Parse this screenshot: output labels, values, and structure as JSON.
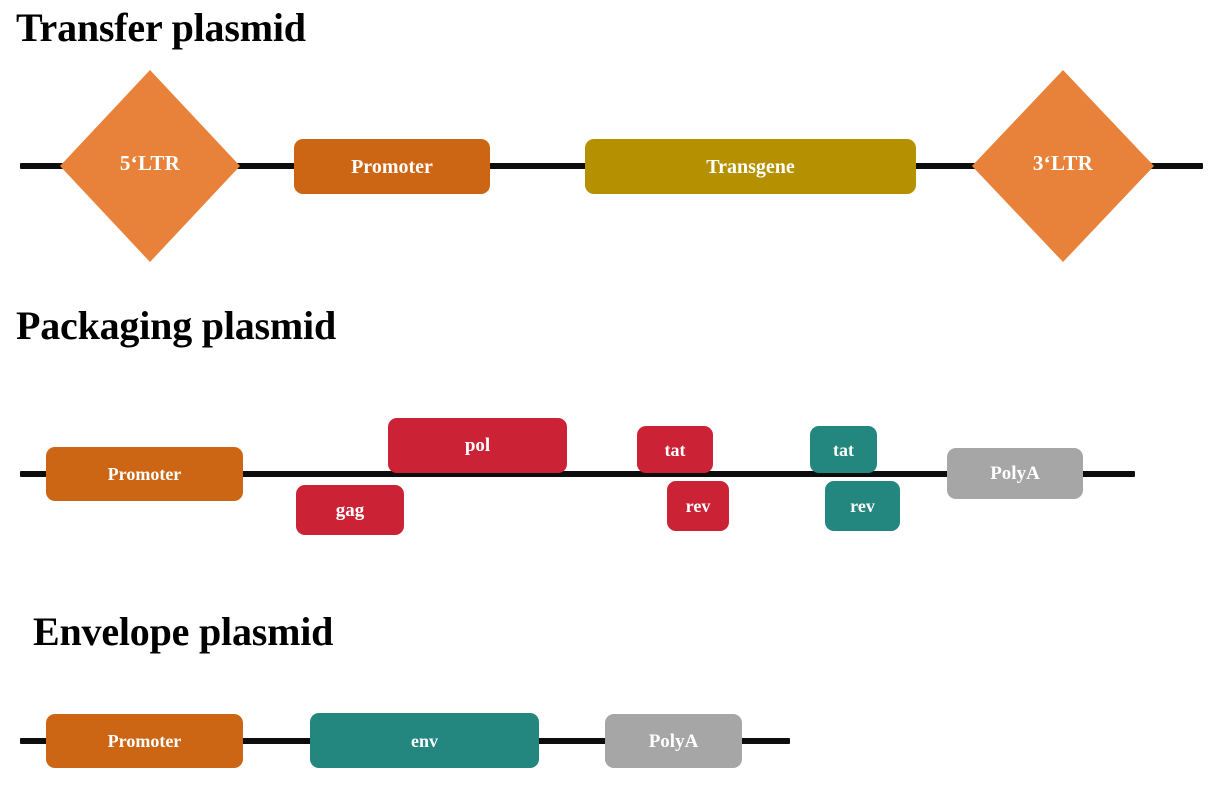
{
  "figure": {
    "title_transfer": "Transfer plasmid",
    "title_packaging": "Packaging plasmid",
    "title_envelope": "Envelope plasmid"
  },
  "colors": {
    "ltr_orange": "#E8813A",
    "promoter_orange": "#CC6614",
    "transgene_gold": "#B59102",
    "gag_pol_red": "#CC2236",
    "tat_rev_red": "#CC2236",
    "tat_rev_teal": "#23877F",
    "env_teal": "#23877F",
    "polya_gray": "#A6A6A6",
    "backbone_black": "#0D0D0D",
    "label_white": "#FFFFFF",
    "background": "#FFFFFF"
  },
  "transfer_plasmid": {
    "label": "Transfer plasmid",
    "elements": [
      {
        "name": "5-prime-ltr",
        "label": "5‘LTR",
        "shape": "diamond",
        "color": "#E8813A",
        "position": "on-line"
      },
      {
        "name": "promoter",
        "label": "Promoter",
        "shape": "rounded-rect",
        "color": "#CC6614",
        "position": "on-line"
      },
      {
        "name": "transgene",
        "label": "Transgene",
        "shape": "rounded-rect",
        "color": "#B59102",
        "position": "on-line"
      },
      {
        "name": "3-prime-ltr",
        "label": "3‘LTR",
        "shape": "diamond",
        "color": "#E8813A",
        "position": "on-line"
      }
    ]
  },
  "packaging_plasmid": {
    "label": "Packaging plasmid",
    "elements": [
      {
        "name": "promoter",
        "label": "Promoter",
        "shape": "rounded-rect",
        "color": "#CC6614",
        "position": "on-line"
      },
      {
        "name": "gag",
        "label": "gag",
        "shape": "rounded-rect",
        "color": "#CC2236",
        "position": "below-line"
      },
      {
        "name": "pol",
        "label": "pol",
        "shape": "rounded-rect",
        "color": "#CC2236",
        "position": "above-line"
      },
      {
        "name": "tat-1",
        "label": "tat",
        "shape": "rounded-rect",
        "color": "#CC2236",
        "position": "above-line"
      },
      {
        "name": "rev-1",
        "label": "rev",
        "shape": "rounded-rect",
        "color": "#CC2236",
        "position": "below-line"
      },
      {
        "name": "tat-2",
        "label": "tat",
        "shape": "rounded-rect",
        "color": "#23877F",
        "position": "above-line"
      },
      {
        "name": "rev-2",
        "label": "rev",
        "shape": "rounded-rect",
        "color": "#23877F",
        "position": "below-line"
      },
      {
        "name": "polya",
        "label": "PolyA",
        "shape": "rounded-rect",
        "color": "#A6A6A6",
        "position": "on-line"
      }
    ]
  },
  "envelope_plasmid": {
    "label": "Envelope plasmid",
    "elements": [
      {
        "name": "promoter",
        "label": "Promoter",
        "shape": "rounded-rect",
        "color": "#CC6614",
        "position": "on-line"
      },
      {
        "name": "env",
        "label": "env",
        "shape": "rounded-rect",
        "color": "#23877F",
        "position": "on-line"
      },
      {
        "name": "polya",
        "label": "PolyA",
        "shape": "rounded-rect",
        "color": "#A6A6A6",
        "position": "on-line"
      }
    ]
  }
}
